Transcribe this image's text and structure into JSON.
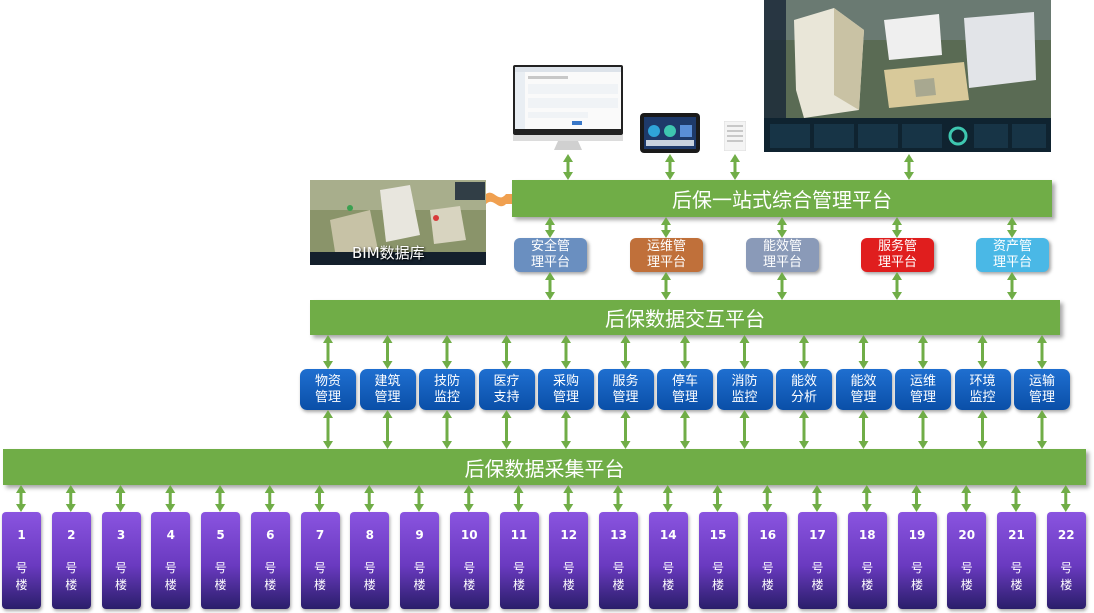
{
  "top_platform": "后保一站式综合管理平台",
  "bim_label": "BIM数据库",
  "sub_platforms": [
    {
      "label": "安全管\n理平台",
      "color": "#6a8fc0"
    },
    {
      "label": "运维管\n理平台",
      "color": "#c0703a"
    },
    {
      "label": "能效管\n理平台",
      "color": "#8a9ab8"
    },
    {
      "label": "服务管\n理平台",
      "color": "#e01e1e"
    },
    {
      "label": "资产管\n理平台",
      "color": "#4ab8e6"
    }
  ],
  "interaction_platform": "后保数据交互平台",
  "modules": [
    "物资\n管理",
    "建筑\n管理",
    "技防\n监控",
    "医疗\n支持",
    "采购\n管理",
    "服务\n管理",
    "停车\n管理",
    "消防\n监控",
    "能效\n分析",
    "能效\n管理",
    "运维\n管理",
    "环境\n监控",
    "运输\n管理"
  ],
  "collection_platform": "后保数据采集平台",
  "buildings": [
    "1",
    "2",
    "3",
    "4",
    "5",
    "6",
    "7",
    "8",
    "9",
    "10",
    "11",
    "12",
    "13",
    "14",
    "15",
    "16",
    "17",
    "18",
    "19",
    "20",
    "21",
    "22"
  ],
  "building_suffix": "号\n楼",
  "colors": {
    "platform_green": "#70ad47",
    "arrow_green": "#70ad47"
  }
}
